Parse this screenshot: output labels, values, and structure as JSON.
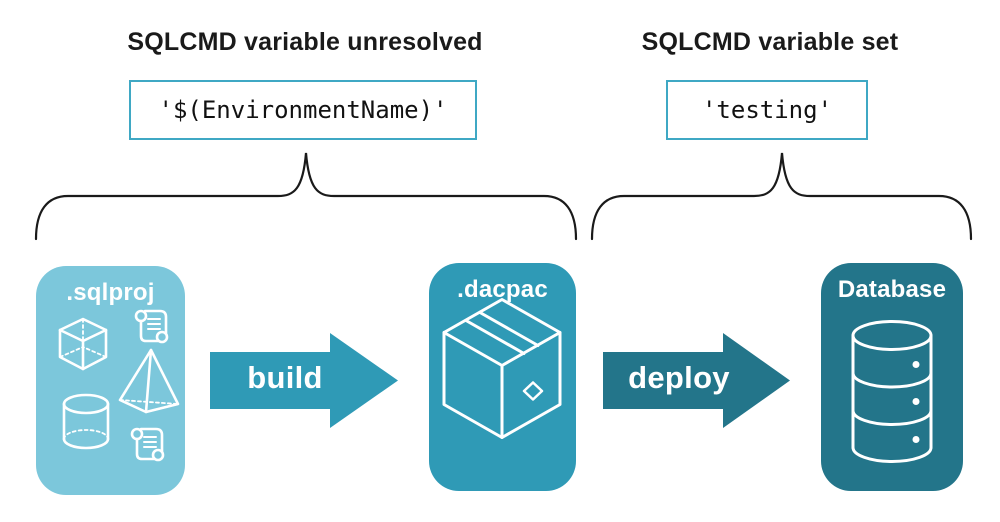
{
  "annotations": {
    "left": {
      "heading": "SQLCMD variable unresolved",
      "code": "'$(EnvironmentName)'"
    },
    "right": {
      "heading": "SQLCMD variable set",
      "code": "'testing'"
    }
  },
  "pipeline": {
    "stages": [
      {
        "label": ".sqlproj",
        "icon": "sql-objects-icon",
        "color": "#7cc7db"
      },
      {
        "label": ".dacpac",
        "icon": "package-box-icon",
        "color": "#2f9ab6"
      },
      {
        "label": "Database",
        "icon": "database-cylinder-icon",
        "color": "#23758a"
      }
    ],
    "arrows": [
      {
        "label": "build",
        "color": "#2f9ab6"
      },
      {
        "label": "deploy",
        "color": "#23758a"
      }
    ]
  },
  "colors": {
    "code_box_border": "#3fa8c4",
    "heading_text": "#1a1a1a",
    "brace_stroke": "#1a1a1a",
    "icon_stroke": "#ffffff",
    "background": "#ffffff"
  }
}
